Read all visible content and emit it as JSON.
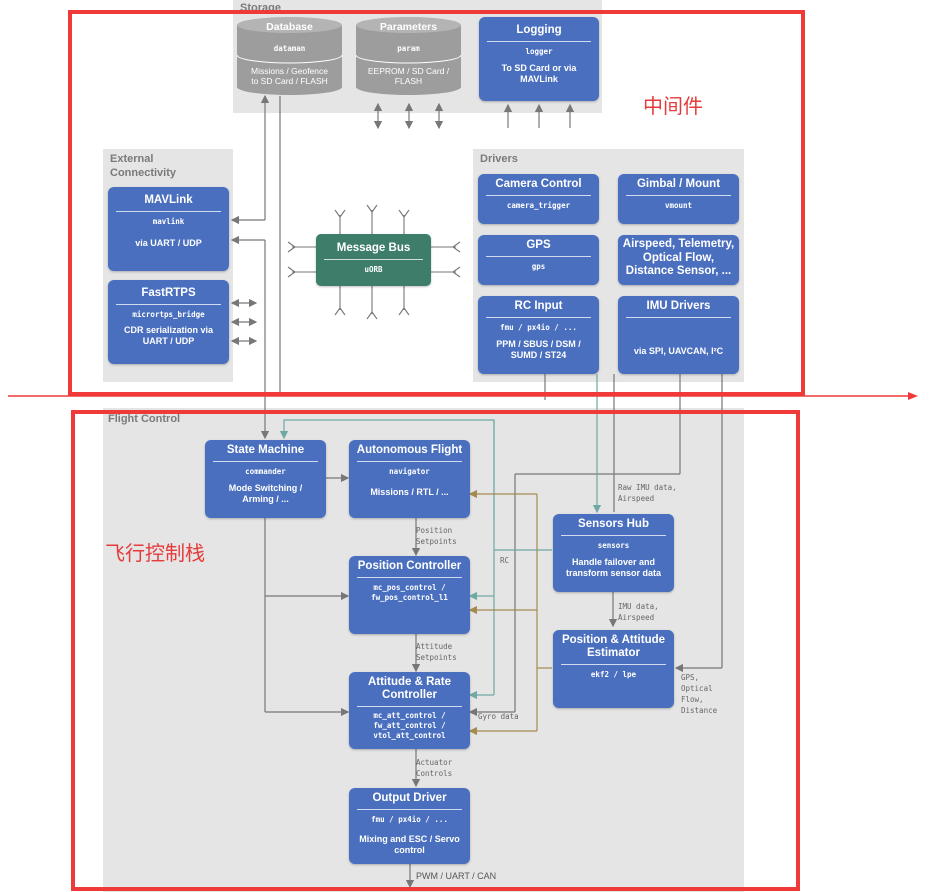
{
  "panels": {
    "storage": "Storage",
    "external": "External\nConnectivity",
    "drivers": "Drivers",
    "flight": "Flight Control"
  },
  "storage": {
    "database": {
      "title": "Database",
      "module": "dataman",
      "desc": "Missions / Geofence\nto SD Card / FLASH"
    },
    "parameters": {
      "title": "Parameters",
      "module": "param",
      "desc": "EEPROM / SD Card /\nFLASH"
    },
    "logging": {
      "title": "Logging",
      "module": "logger",
      "desc": "To SD Card or via\nMAVLink"
    }
  },
  "external": {
    "mavlink": {
      "title": "MAVLink",
      "module": "mavlink",
      "desc": "via UART / UDP"
    },
    "fastrtps": {
      "title": "FastRTPS",
      "module": "micrortps_bridge",
      "desc": "CDR serialization via\nUART / UDP"
    }
  },
  "bus": {
    "title": "Message Bus",
    "module": "uORB"
  },
  "drivers": {
    "camera": {
      "title": "Camera Control",
      "module": "camera_trigger"
    },
    "gimbal": {
      "title": "Gimbal / Mount",
      "module": "vmount"
    },
    "gps": {
      "title": "GPS",
      "module": "gps"
    },
    "airspeed": {
      "title": "Airspeed, Telemetry,\nOptical Flow,\nDistance Sensor, ..."
    },
    "rc": {
      "title": "RC Input",
      "module": "fmu / px4io / ...",
      "desc": "PPM / SBUS / DSM /\nSUMD / ST24"
    },
    "imu": {
      "title": "IMU Drivers",
      "desc": "via SPI, UAVCAN, I²C"
    }
  },
  "flight": {
    "state": {
      "title": "State Machine",
      "module": "commander",
      "desc": "Mode Switching /\nArming / ..."
    },
    "auto": {
      "title": "Autonomous Flight",
      "module": "navigator",
      "desc": "Missions / RTL / ..."
    },
    "pos": {
      "title": "Position Controller",
      "module": "mc_pos_control /\nfw_pos_control_l1"
    },
    "att": {
      "title": "Attitude & Rate\nController",
      "module": "mc_att_control /\nfw_att_control /\nvtol_att_control"
    },
    "out": {
      "title": "Output Driver",
      "module": "fmu / px4io / ...",
      "desc": "Mixing and ESC / Servo\ncontrol"
    },
    "sensors": {
      "title": "Sensors Hub",
      "module": "sensors",
      "desc": "Handle failover and\ntransform sensor data"
    },
    "est": {
      "title": "Position & Attitude\nEstimator",
      "module": "ekf2 / lpe"
    }
  },
  "labels": {
    "pos_setpoints": "Position\nSetpoints",
    "att_setpoints": "Attitude\nSetpoints",
    "actuator": "Actuator\nControls",
    "rc": "RC",
    "gyro": "Gyro data",
    "raw_imu": "Raw IMU data,\nAirspeed",
    "imu_air": "IMU data,\nAirspeed",
    "gps_flow": "GPS,\nOptical\nFlow,\nDistance",
    "output": "PWM / UART / CAN"
  },
  "annotations": {
    "middleware": "中间件",
    "flight_stack": "飞行控制栈"
  },
  "colors": {
    "box": "#4a6fbf",
    "bus": "#3e7d6a",
    "red": "#f03a3a",
    "teal": "#6fa9a3",
    "olive": "#a58a4f",
    "panel": "#e5e5e5"
  }
}
